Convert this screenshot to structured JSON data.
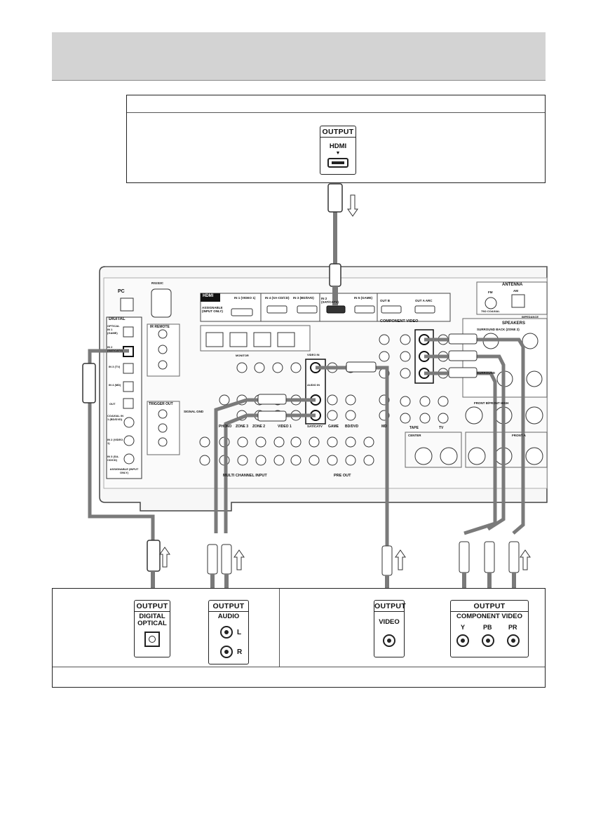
{
  "tv_panel": {
    "output_label": "OUTPUT",
    "port_label": "HDMI"
  },
  "receiver": {
    "hdmi_header": "HDMI",
    "hdmi_assignable": "ASSIGNABLE (INPUT ONLY)",
    "hdmi_in1": "IN 1 (VIDEO 1)",
    "hdmi_in2": "IN 2 (SAT/CATV)",
    "hdmi_in3": "IN 3 (BD/DVD)",
    "hdmi_in4": "IN 4 (SA-CD/CD)",
    "hdmi_in5": "IN 5 (GAME)",
    "hdmi_out_b": "OUT B",
    "hdmi_out_a": "OUT A ARC",
    "pc_label": "PC",
    "rs232c": "RS232C",
    "digital_header": "DIGITAL",
    "optical_in1": "OPTICAL IN 1 (GAME)",
    "optical_in2": "IN 2 (SAT/CATV)",
    "optical_in3": "IN 3 (TV)",
    "optical_in4": "IN 4 (MD)",
    "optical_out": "OUT",
    "coaxial_in1": "COAXIAL IN 1 (BD/DVD)",
    "coaxial_in2": "IN 2 (VIDEO 1)",
    "coaxial_in3": "IN 3 (SA-CD/CD)",
    "assignable": "ASSIGNABLE (INPUT ONLY)",
    "ir_remote": "IR REMOTE",
    "trigger_out": "TRIGGER OUT",
    "signal_gnd": "SIGNAL GND",
    "component_video": "COMPONENT VIDEO",
    "antenna": "ANTENNA",
    "fm": "FM",
    "am": "AM",
    "fm_coaxial": "75Ω COAXIAL",
    "impedance": "IMPEDANCE",
    "speakers": "SPEAKERS",
    "surround_back": "SURROUND BACK (ZONE 2)",
    "front_b": "FRONT B/FRONT HIGH",
    "front_a": "FRONT A",
    "center": "CENTER",
    "surround": "SURROUND",
    "video_in": "VIDEO IN",
    "audio_in": "AUDIO IN",
    "sat_catv": "SAT/CATV",
    "multi_channel_input": "MULTI CHANNEL INPUT",
    "pre_out": "PRE OUT",
    "zone3": "ZONE 3",
    "zone2": "ZONE 2",
    "video1": "VIDEO 1",
    "game": "GAME",
    "bd_dvd": "BD/DVD",
    "md": "MD",
    "tape": "TAPE",
    "tv": "TV",
    "phono": "PHONO",
    "monitor": "MONITOR"
  },
  "source_panels": {
    "digital_optical": {
      "output": "OUTPUT",
      "line1": "DIGITAL",
      "line2": "OPTICAL"
    },
    "audio": {
      "output": "OUTPUT",
      "label": "AUDIO",
      "left": "L",
      "right": "R"
    },
    "video": {
      "output": "OUTPUT",
      "label": "VIDEO"
    },
    "component": {
      "output": "OUTPUT",
      "label": "COMPONENT VIDEO",
      "y": "Y",
      "pb": "PB",
      "pr": "PR"
    }
  },
  "colors": {
    "banner": "#d3d3d3",
    "cable": "#7a7a7a",
    "receiver_fill": "#f7f7f7"
  }
}
